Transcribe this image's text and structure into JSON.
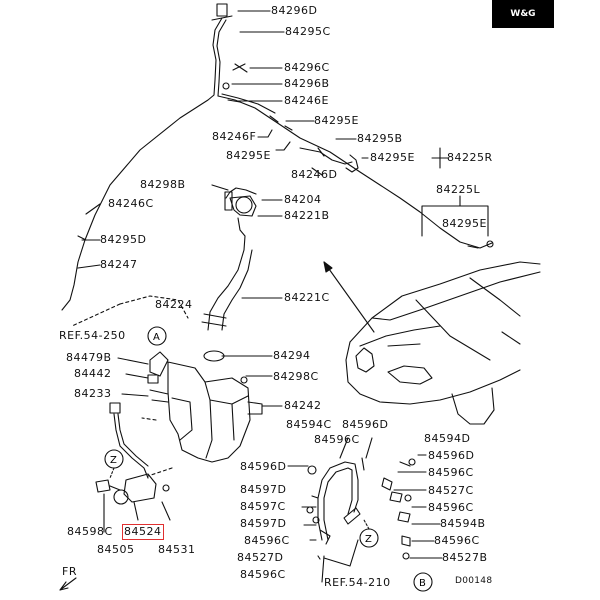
{
  "logo": {
    "text": "W&G"
  },
  "labels": {
    "l84296D": "84296D",
    "l84295C_top": "84295C",
    "l84296C": "84296C",
    "l84296B": "84296B",
    "l84246E": "84246E",
    "l84295E_a": "84295E",
    "l84246F": "84246F",
    "l84295B": "84295B",
    "l84295E_b": "84295E",
    "l84225R": "84225R",
    "l84295E_c": "84295E",
    "l84246D": "84246D",
    "l84298B": "84298B",
    "l84204": "84204",
    "l84225L": "84225L",
    "l84246C": "84246C",
    "l84221B": "84221B",
    "l84295E_d": "84295E",
    "l84295D": "84295D",
    "l84247": "84247",
    "l84221C": "84221C",
    "l84224": "84224",
    "ref54_250": "REF.54-250",
    "l84479B": "84479B",
    "l84294": "84294",
    "l84442": "84442",
    "l84298C": "84298C",
    "l84233": "84233",
    "l84242": "84242",
    "l84594C": "84594C",
    "l84596D_top": "84596D",
    "l84594D": "84594D",
    "l84596C_a": "84596C",
    "l84596D_b": "84596D",
    "l84596D_c": "84596D",
    "l84596C_b": "84596C",
    "l84597D_a": "84597D",
    "l84527C": "84527C",
    "l84597C": "84597C",
    "l84596C_c": "84596C",
    "l84597D_b": "84597D",
    "l84594B": "84594B",
    "l84598C": "84598C",
    "l84524": "84524",
    "l84596C_d": "84596C",
    "l84596C_e": "84596C",
    "l84505": "84505",
    "l84531": "84531",
    "l84527D": "84527D",
    "l84527B": "84527B",
    "l84596C_f": "84596C",
    "ref54_210": "REF.54-210",
    "d00148": "D00148",
    "fr": "FR"
  },
  "callouts": {
    "A": "A",
    "Z1": "Z",
    "Z2": "Z",
    "B": "B"
  },
  "colors": {
    "line": "#111111",
    "highlight": "#e03030"
  },
  "icons": [
    "front-arrow-icon",
    "washer-tank-icon",
    "washer-pump-icon",
    "hose-line-icon",
    "car-outline-icon"
  ]
}
